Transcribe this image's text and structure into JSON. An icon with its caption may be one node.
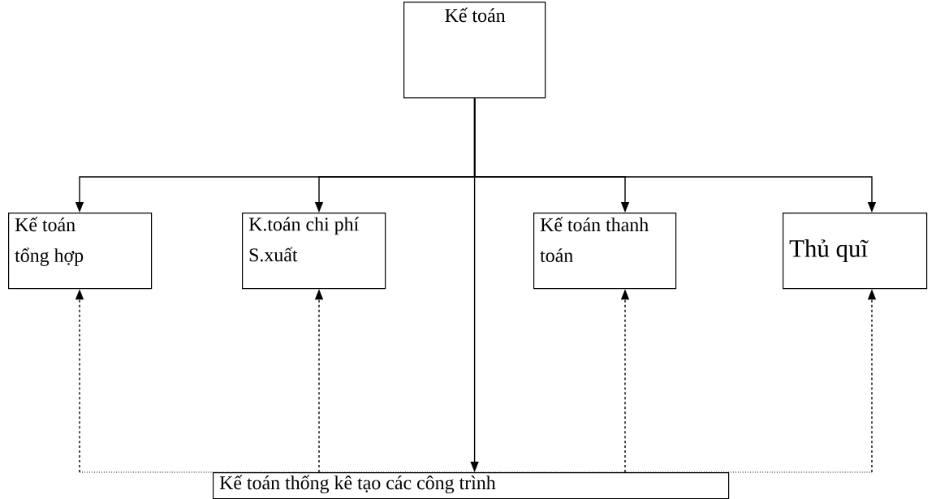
{
  "diagram": {
    "nodes": [
      {
        "text": [
          "Kế toán"
        ]
      },
      {
        "text": [
          "Kế toán tổng hợp"
        ]
      },
      {
        "text": [
          "K.toán chi phí S.xuất"
        ]
      },
      {
        "text": [
          "Kế toán thanh toán"
        ]
      },
      {
        "text": [
          "Thủ quĩ"
        ]
      },
      {
        "text": [
          "Kế toán thống kê tạo các công trình"
        ]
      }
    ],
    "edges": [
      {
        "from": 0,
        "to": 1,
        "arrow": "to"
      },
      {
        "from": 0,
        "to": 2,
        "arrow": "to"
      },
      {
        "from": 0,
        "to": 3,
        "arrow": "to"
      },
      {
        "from": 0,
        "to": 4,
        "arrow": "to"
      },
      {
        "from": 0,
        "to": 5,
        "arrow": "to"
      },
      {
        "from": 5,
        "to": 1,
        "arrow": "to",
        "style": "dashed"
      },
      {
        "from": 5,
        "to": 2,
        "arrow": "to",
        "style": "dashed"
      },
      {
        "from": 5,
        "to": 3,
        "arrow": "to",
        "style": "dashed"
      },
      {
        "from": 5,
        "to": 4,
        "arrow": "to",
        "style": "dashed"
      }
    ]
  }
}
